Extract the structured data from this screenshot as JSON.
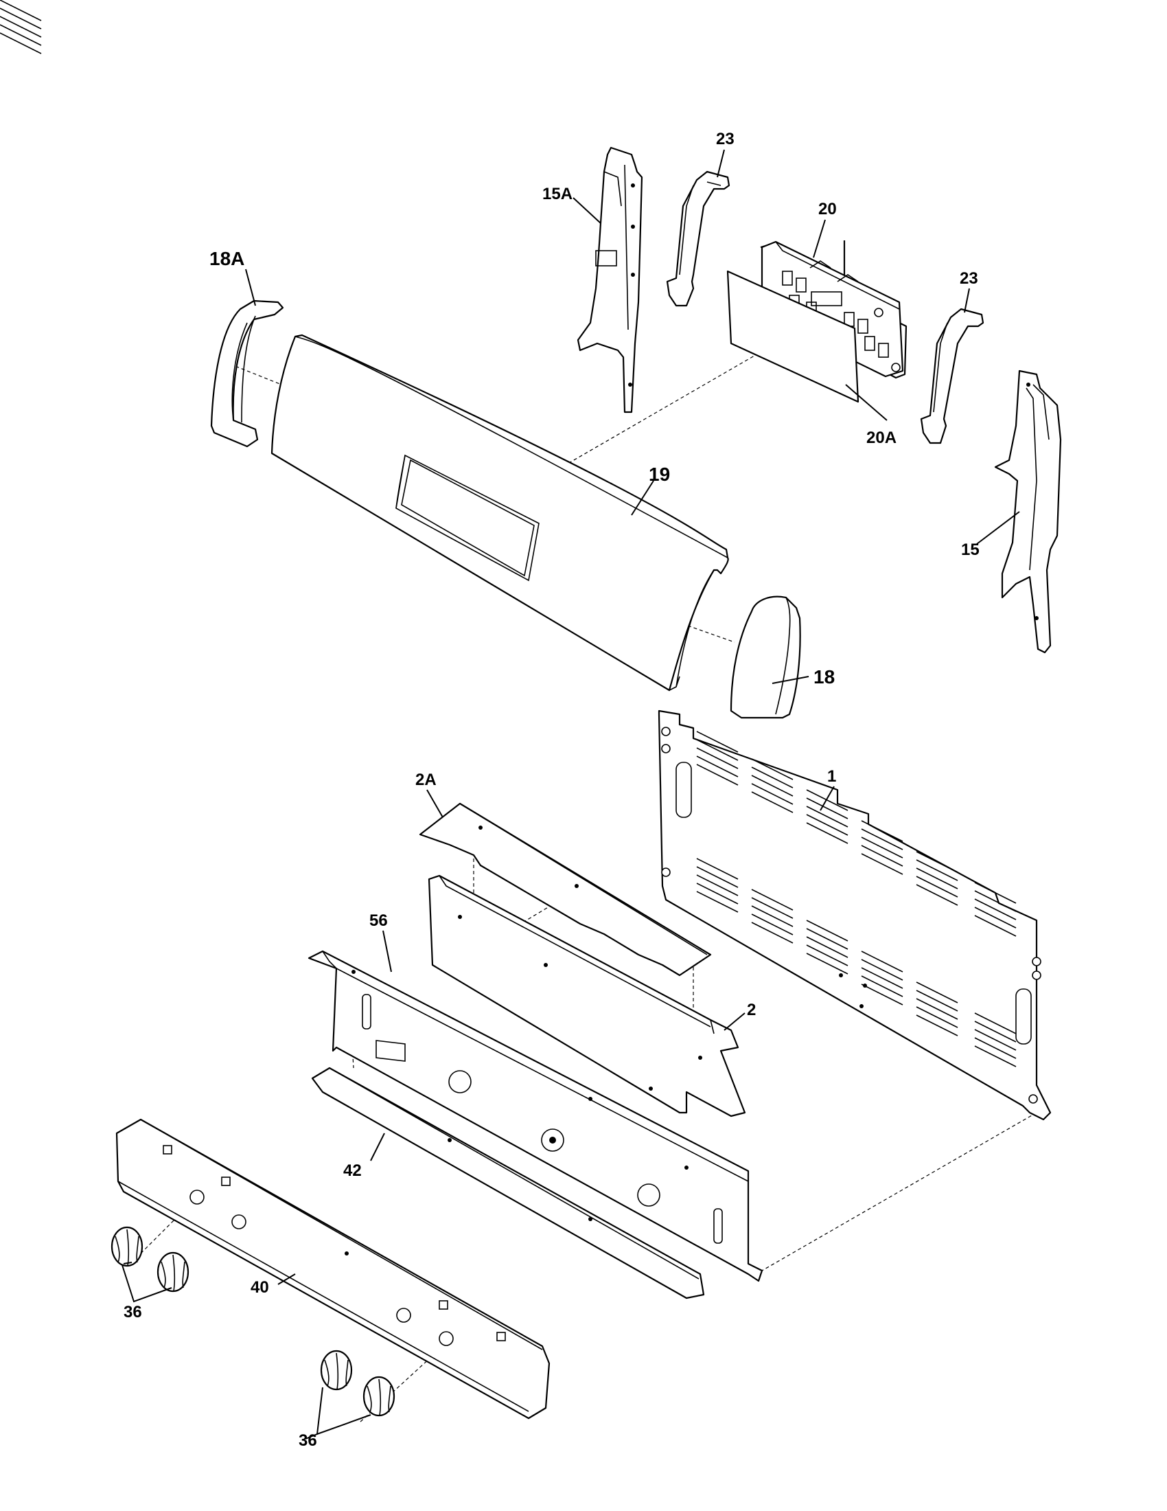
{
  "labels": {
    "p23a": "23",
    "p15a": "15A",
    "p20": "20",
    "p18a": "18A",
    "p23b": "23",
    "p20a": "20A",
    "p19": "19",
    "p15": "15",
    "p18": "18",
    "p1": "1",
    "p2a": "2A",
    "p56": "56",
    "p2": "2",
    "p42": "42",
    "p40": "40",
    "p36a": "36",
    "p36b": "36"
  },
  "colors": {
    "line": "#000000",
    "fill": "#ffffff"
  }
}
